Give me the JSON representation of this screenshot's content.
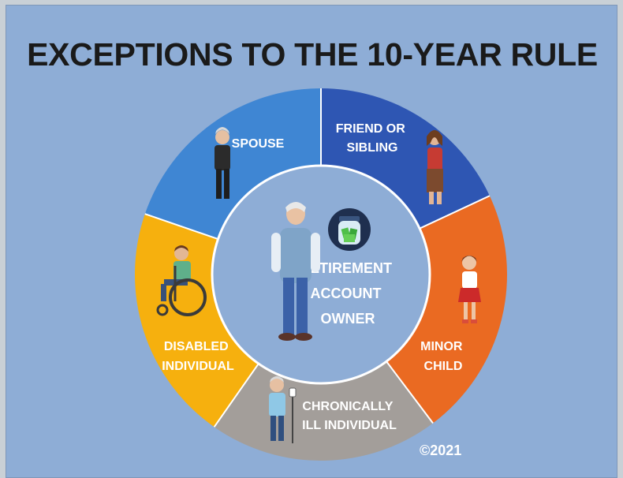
{
  "title": "EXCEPTIONS TO THE 10-YEAR RULE",
  "center": {
    "label_lines": [
      "RETIREMENT",
      "ACCOUNT",
      "OWNER"
    ]
  },
  "segments": [
    {
      "name": "spouse",
      "label_lines": [
        "SPOUSE"
      ],
      "color": "#3f86d3"
    },
    {
      "name": "friend-or-sibling",
      "label_lines": [
        "FRIEND OR",
        "SIBLING"
      ],
      "color": "#2e56b3"
    },
    {
      "name": "minor-child",
      "label_lines": [
        "MINOR",
        "CHILD"
      ],
      "color": "#ea6a22"
    },
    {
      "name": "chronically-ill-individual",
      "label_lines": [
        "CHRONICALLY",
        "ILL INDIVIDUAL"
      ],
      "color": "#a39e9a"
    },
    {
      "name": "disabled-individual",
      "label_lines": [
        "DISABLED",
        "INDIVIDUAL"
      ],
      "color": "#f6b00e"
    }
  ],
  "copyright": "©2021",
  "colors": {
    "background": "#8eadd6",
    "inner_circle": "#8eadd6",
    "title_text": "#1a1a1a",
    "label_text": "#ffffff"
  },
  "icons": [
    "elderly-woman-icon",
    "young-woman-icon",
    "girl-icon",
    "man-with-iv-icon",
    "man-in-wheelchair-icon",
    "elderly-man-icon",
    "money-jar-icon"
  ]
}
